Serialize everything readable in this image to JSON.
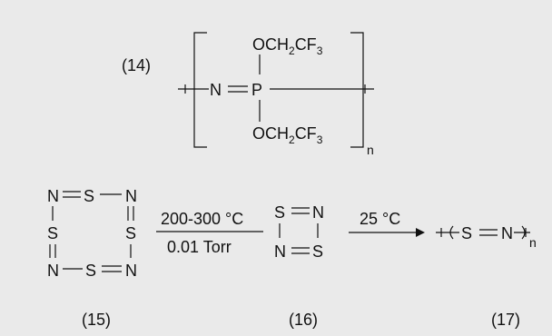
{
  "colors": {
    "panel": "#eaeaea",
    "ink": "#111111"
  },
  "polymer14": {
    "label": "(14)",
    "o_top": "OCH",
    "sub2_top": "2",
    "cf_top": "CF",
    "sub3_top": "3",
    "n_atom": "N",
    "p_atom": "P",
    "o_bottom": "OCH",
    "sub2_bottom": "2",
    "cf_bottom": "CF",
    "sub3_bottom": "3",
    "repeat_n": "n"
  },
  "ring15": {
    "label": "(15)",
    "r1_n1": "N",
    "r1_s": "S",
    "r1_n2": "N",
    "r2_s1": "S",
    "r2_s2": "S",
    "r3_n1": "N",
    "r3_s": "S",
    "r3_n2": "N"
  },
  "arrow1": {
    "top": "200-300 °C",
    "bottom": "0.01 Torr"
  },
  "ring16": {
    "label": "(16)",
    "s1": "S",
    "n1": "N",
    "n2": "N",
    "s2": "S"
  },
  "arrow2": {
    "top": "25 °C"
  },
  "polymer17": {
    "label": "(17)",
    "s": "S",
    "n": "N",
    "repeat_n": "n"
  }
}
